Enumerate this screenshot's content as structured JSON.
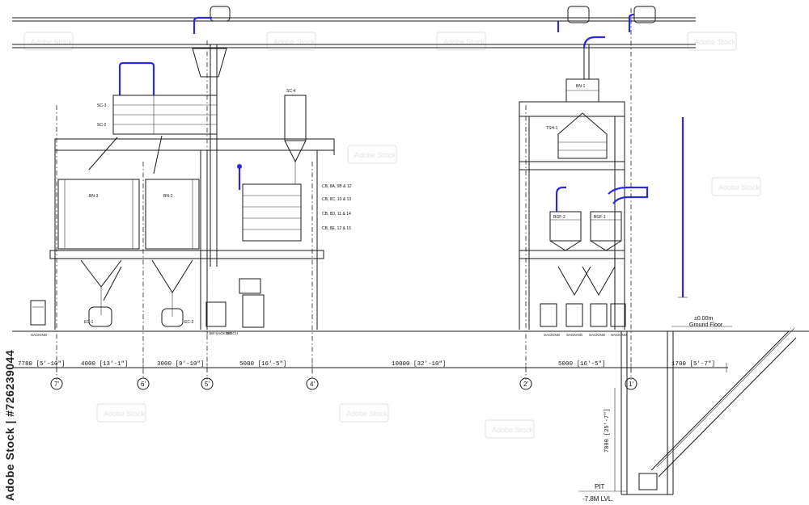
{
  "stock_caption": "Adobe Stock | #726239044",
  "watermark_text": "Adobe Stock",
  "dimensions": [
    {
      "label": "7780 [5'-10\"]"
    },
    {
      "label": "4000 [13'-1\"]"
    },
    {
      "label": "3000 [9'-10\"]"
    },
    {
      "label": "5000 [16'-5\"]"
    },
    {
      "label": "10000 [32'-10\"]"
    },
    {
      "label": "5000 [16'-5\"]"
    },
    {
      "label": "1700 [5'-7\"]"
    }
  ],
  "gridlines": [
    {
      "label": "7'"
    },
    {
      "label": "6'"
    },
    {
      "label": "5'"
    },
    {
      "label": "4'"
    },
    {
      "label": "2'"
    },
    {
      "label": "1'"
    }
  ],
  "levels": {
    "ground_value": "±0.00m",
    "ground_label": "Ground Floor",
    "pit_label": "PIT",
    "pit_level": "-7.8M LVL.",
    "pit_depth": "7800 [25'-7\"]"
  },
  "equipment_tags": {
    "bin_a": "BN-3",
    "bin_b": "BN-2",
    "hopper_tag": "BN-1",
    "tag_left_1": "SC-3",
    "tag_left_2": "SC-2",
    "tag_mid": "SC-4",
    "tag_ec": "EC-1",
    "tag_ec2": "EC-2",
    "tag_sifter": "TSH-1",
    "tag_r1": "BGF-1",
    "tag_r2": "BGF-2",
    "conv_1": "CB, 8A, 9B & 12",
    "conv_2": "CB, 8C, 10 & 13",
    "conv_3": "CB, 8D, 11 & 14",
    "conv_4": "CB, 8E, 12 & 15",
    "station_1": "2.5M SACKING",
    "station_2": "DISCH",
    "station_3": "SACKING",
    "station_4": "SACKING",
    "station_5": "SACKING",
    "station_6": "SACKING",
    "station_7": "SACKING"
  }
}
